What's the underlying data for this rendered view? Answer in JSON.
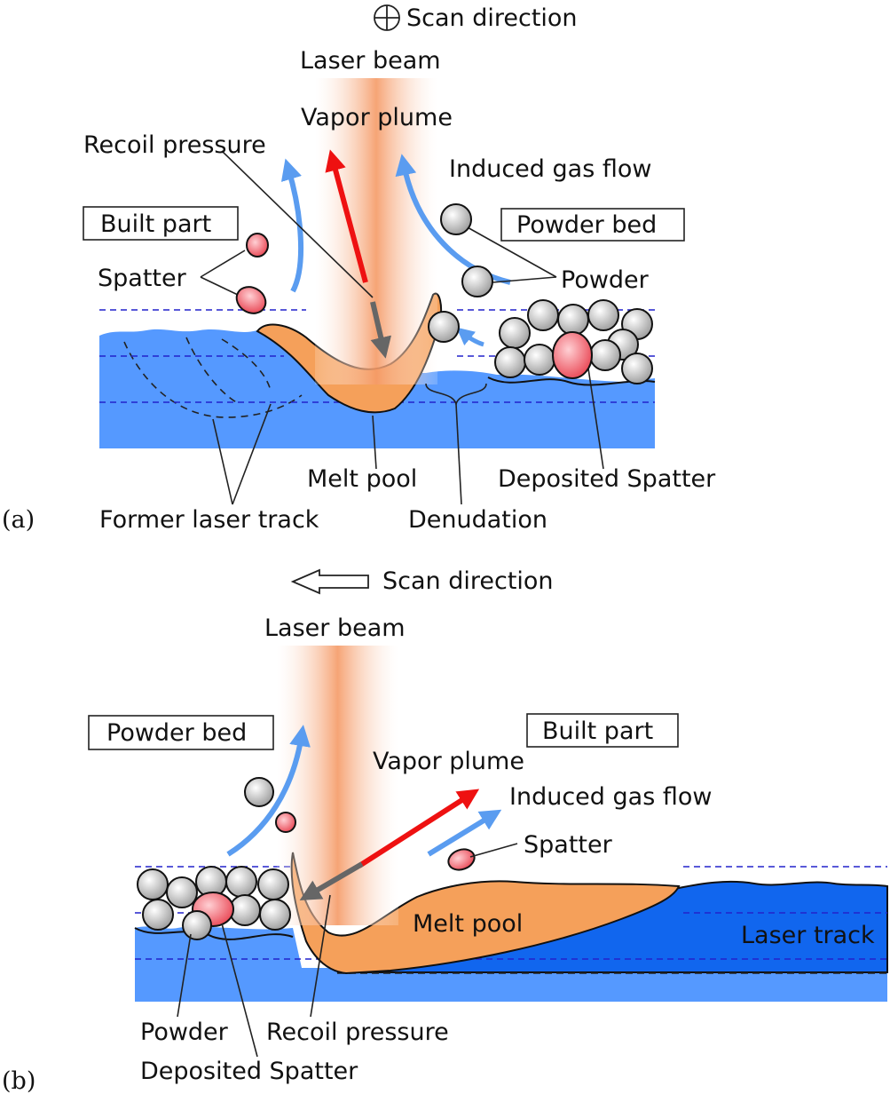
{
  "panel_a": {
    "label": "(a)",
    "scan_direction": "Scan direction",
    "laser_beam": "Laser beam",
    "vapor_plume": "Vapor plume",
    "recoil_pressure": "Recoil pressure",
    "induced_gas_flow": "Induced gas flow",
    "built_part": "Built part",
    "powder_bed": "Powder bed",
    "spatter": "Spatter",
    "powder": "Powder",
    "melt_pool": "Melt pool",
    "deposited_spatter": "Deposited Spatter",
    "former_laser_track": "Former laser track",
    "denudation": "Denudation"
  },
  "panel_b": {
    "label": "(b)",
    "scan_direction": "Scan direction",
    "laser_beam": "Laser beam",
    "powder_bed": "Powder bed",
    "built_part": "Built part",
    "vapor_plume": "Vapor plume",
    "induced_gas_flow": "Induced gas flow",
    "spatter": "Spatter",
    "melt_pool": "Melt pool",
    "laser_track": "Laser track",
    "powder": "Powder",
    "recoil_pressure": "Recoil pressure",
    "deposited_spatter": "Deposited Spatter"
  },
  "colors": {
    "substrate": "#5599ff",
    "laser_track": "#1166ee",
    "melt_pool": "#f5a05a",
    "beam": "#f7a878",
    "vapor_arrow": "#ee1111",
    "gas_arrow": "#5a9cf0",
    "recoil_arrow": "#666666",
    "spatter": "#ee5566",
    "powder": "#bbbbbb"
  }
}
